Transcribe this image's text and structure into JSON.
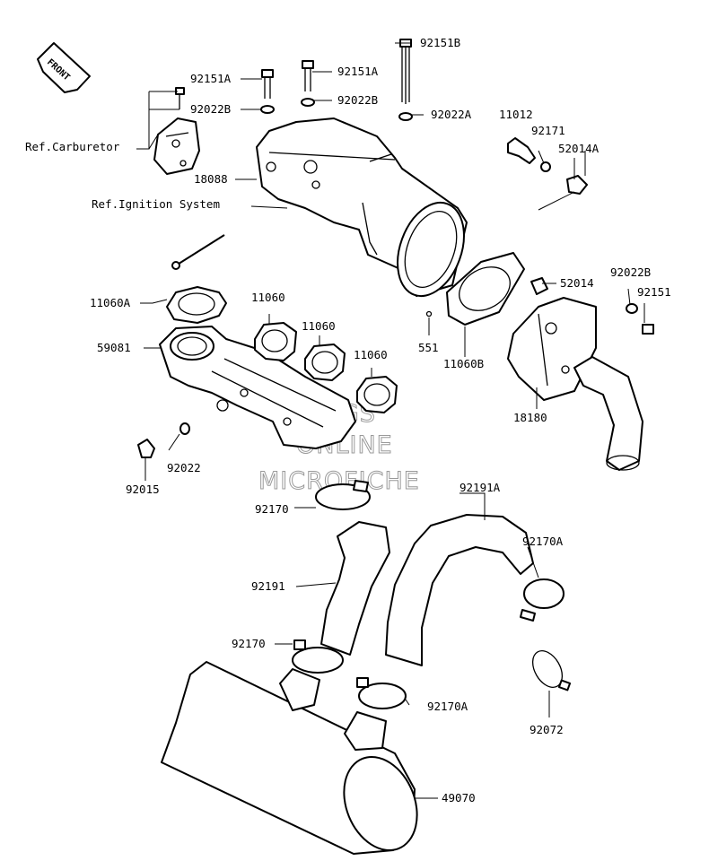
{
  "front_badge": {
    "label": "FRONT"
  },
  "references": {
    "carburetor": "Ref.Carburetor",
    "ignition": "Ref.Ignition System"
  },
  "watermark": [
    "KINGS",
    "ONLINE",
    "MICROFICHE"
  ],
  "part_labels": {
    "p92151B": "92151B",
    "p92151A_top": "92151A",
    "p92151A_left": "92151A",
    "p92022B_top": "92022B",
    "p92022B_left": "92022B",
    "p92022A": "92022A",
    "p11012": "11012",
    "p92171": "92171",
    "p52014A": "52014A",
    "p18088": "18088",
    "p11060A": "11060A",
    "p11060_1": "11060",
    "p11060_2": "11060",
    "p11060_3": "11060",
    "p59081": "59081",
    "p52014": "52014",
    "p92022B_right": "92022B",
    "p92151": "92151",
    "p551": "551",
    "p11060B": "11060B",
    "p18180": "18180",
    "p92022": "92022",
    "p92015": "92015",
    "p92191A": "92191A",
    "p92170_top": "92170",
    "p92170A_right": "92170A",
    "p92191": "92191",
    "p92170_low": "92170",
    "p92170A_low": "92170A",
    "p92072": "92072",
    "p49070": "49070"
  }
}
